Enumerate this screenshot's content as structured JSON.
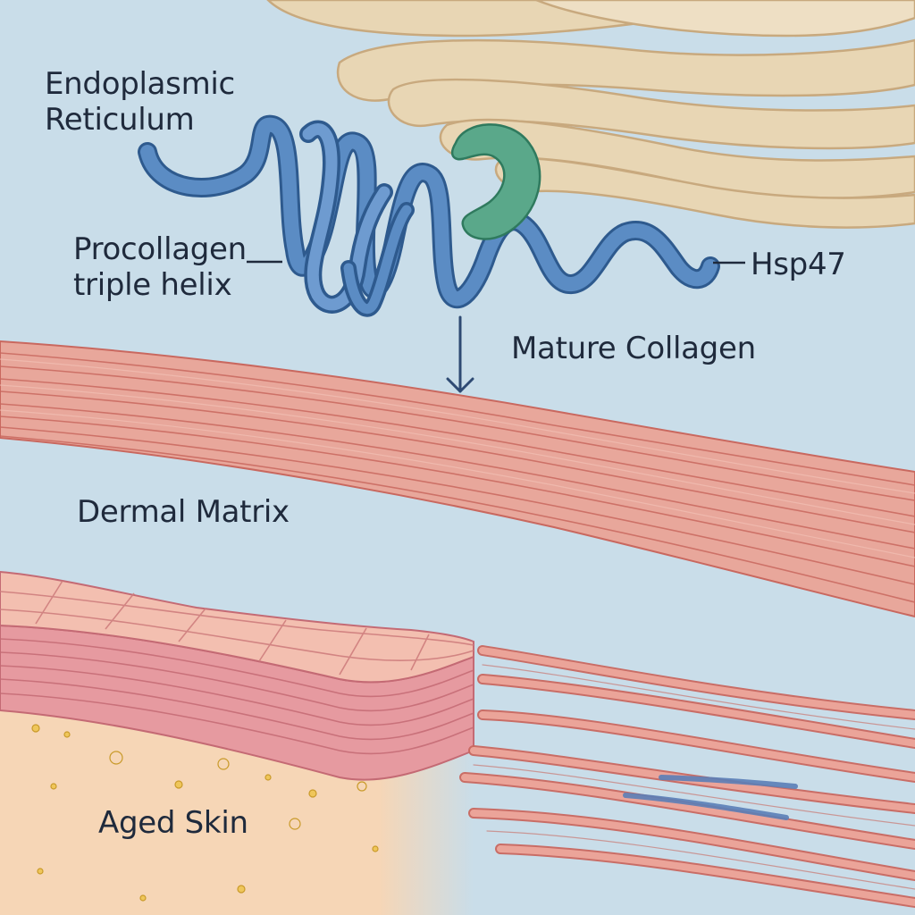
{
  "labels": {
    "er_line1": "Endoplasmic",
    "er_line2": "Reticulum",
    "procollagen_line1": "Procollagen",
    "procollagen_line2": "triple helix",
    "hsp47": "Hsp47",
    "mature_collagen": "Mature Collagen",
    "dermal_matrix": "Dermal Matrix",
    "aged_skin": "Aged Skin"
  },
  "colors": {
    "background": "#c9dde9",
    "er_fill": "#e8d6b4",
    "er_stroke": "#c8a97e",
    "helix": "#4f7fb6",
    "helix_dark": "#2e5a8e",
    "hsp47": "#5aa88a",
    "collagen_fiber": "#e7a49a",
    "collagen_line": "#c9685f",
    "skin_top": "#f1b8aa",
    "skin_layers": "#e69aa0",
    "skin_dermis": "#f5d6b8",
    "fat_dot": "#e6b94a",
    "arrow": "#2e4a73"
  }
}
